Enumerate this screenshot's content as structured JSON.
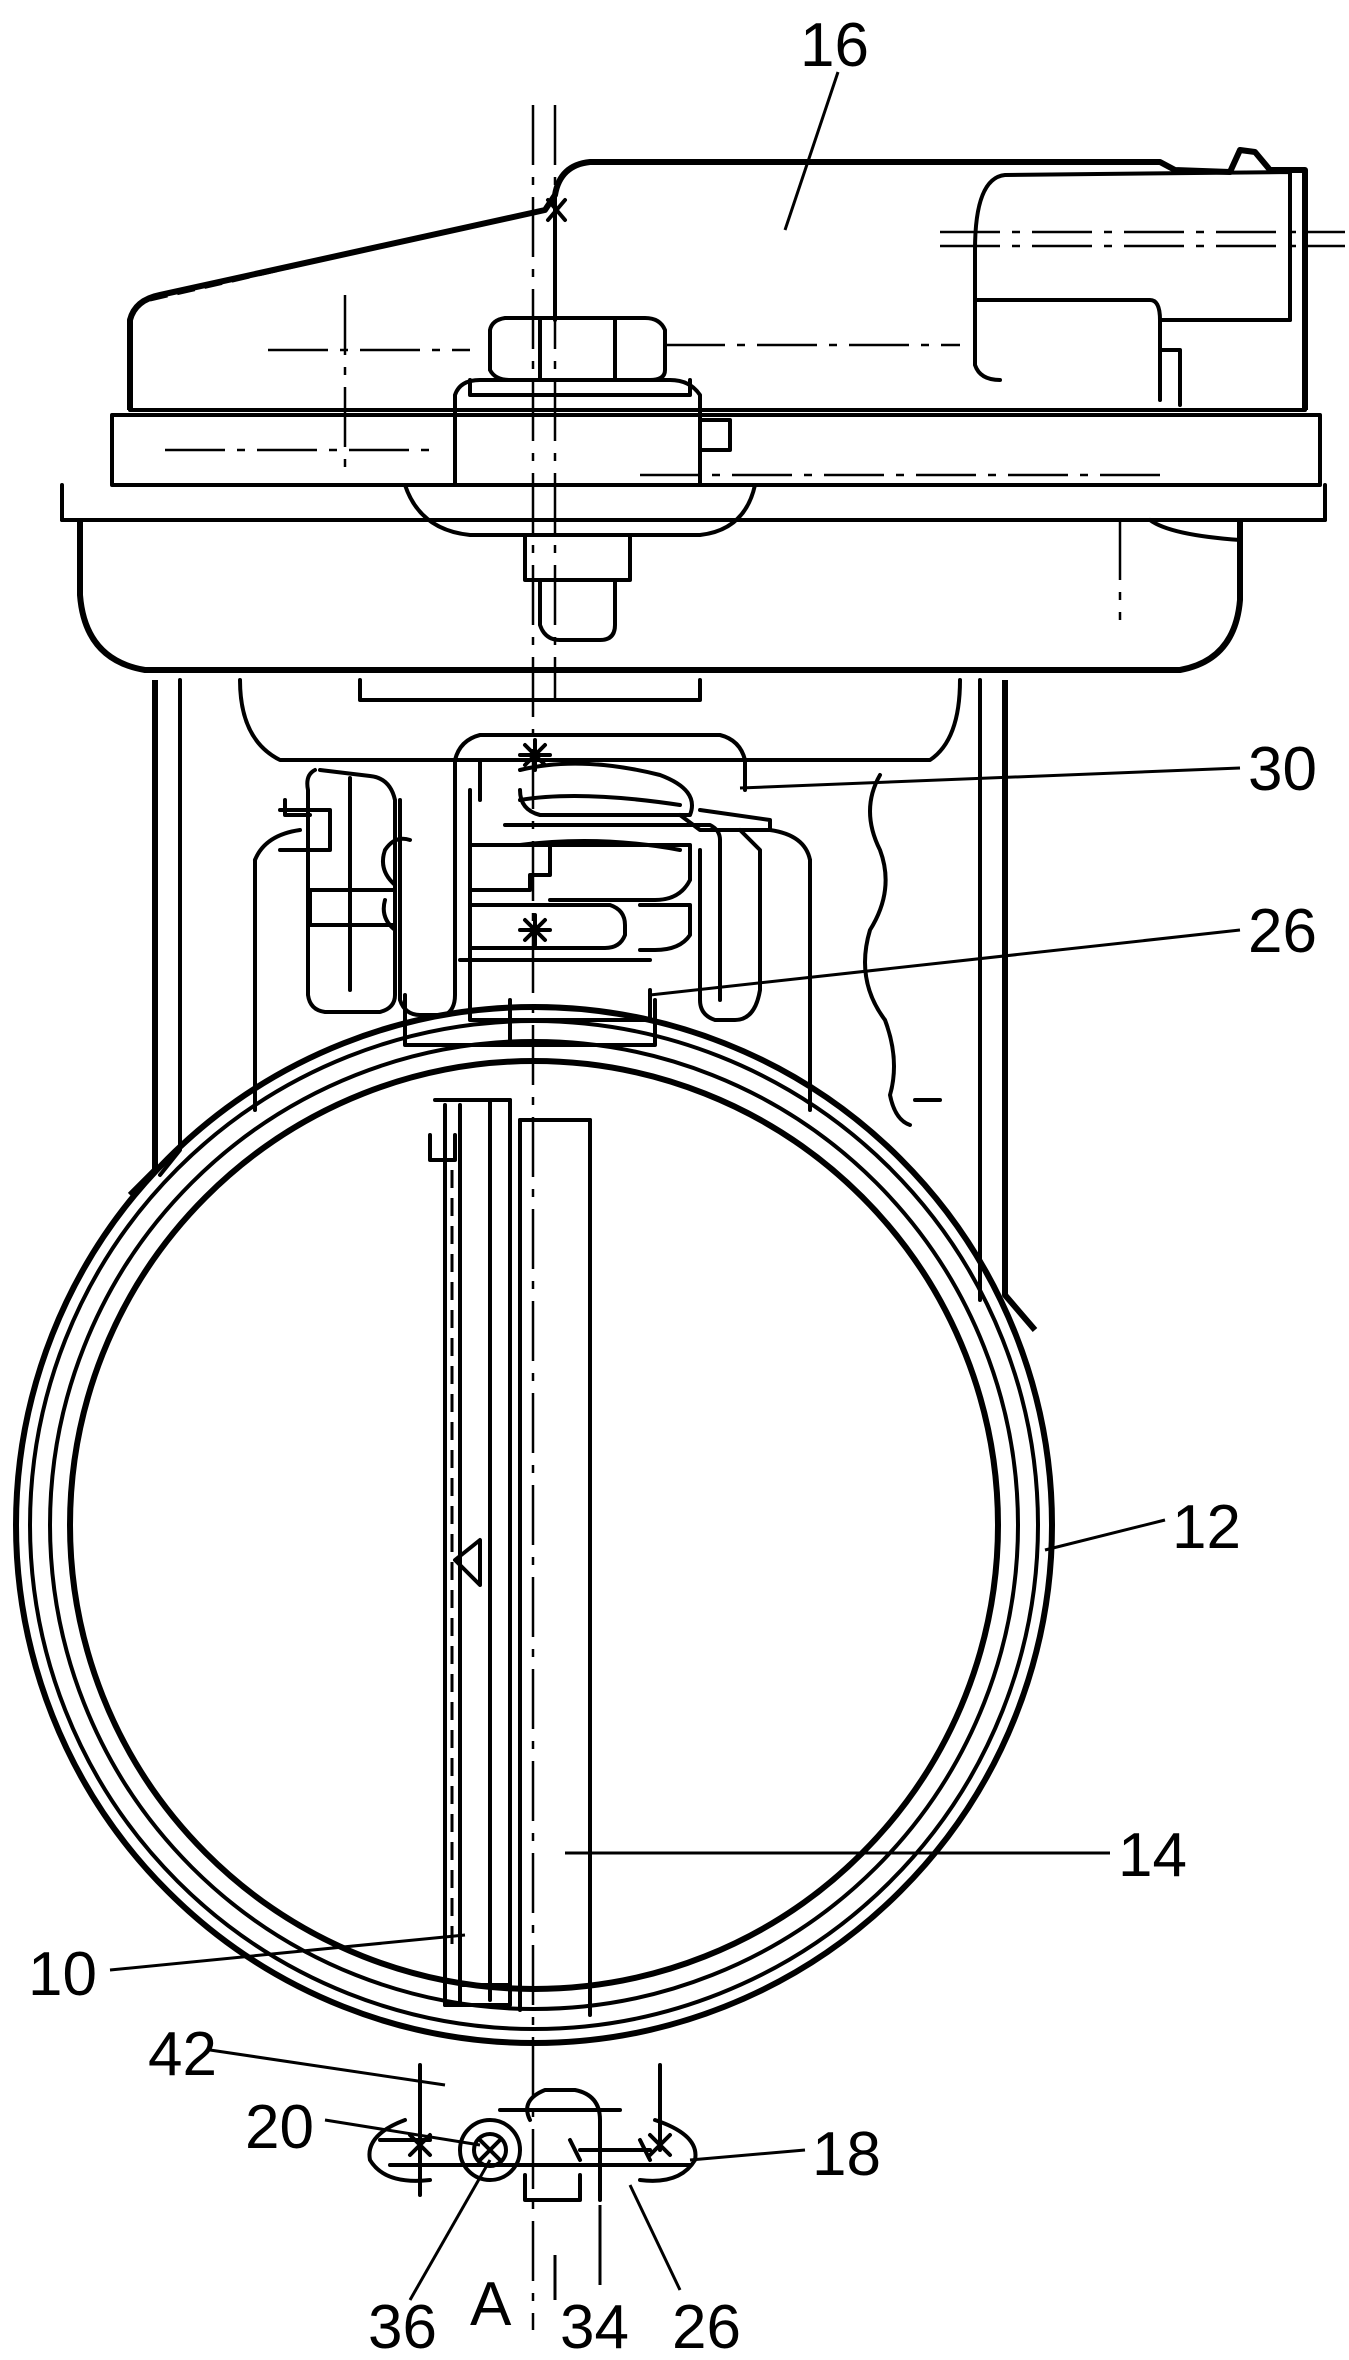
{
  "figure": {
    "reference_numerals": [
      {
        "id": "ref-16",
        "text": "16"
      },
      {
        "id": "ref-30",
        "text": "30"
      },
      {
        "id": "ref-26-upper",
        "text": "26"
      },
      {
        "id": "ref-12",
        "text": "12"
      },
      {
        "id": "ref-14",
        "text": "14"
      },
      {
        "id": "ref-10",
        "text": "10"
      },
      {
        "id": "ref-42",
        "text": "42"
      },
      {
        "id": "ref-20",
        "text": "20"
      },
      {
        "id": "ref-18",
        "text": "18"
      },
      {
        "id": "ref-36",
        "text": "36"
      },
      {
        "id": "ref-a",
        "text": "A"
      },
      {
        "id": "ref-34",
        "text": "34"
      },
      {
        "id": "ref-26-lower",
        "text": "26"
      }
    ]
  }
}
